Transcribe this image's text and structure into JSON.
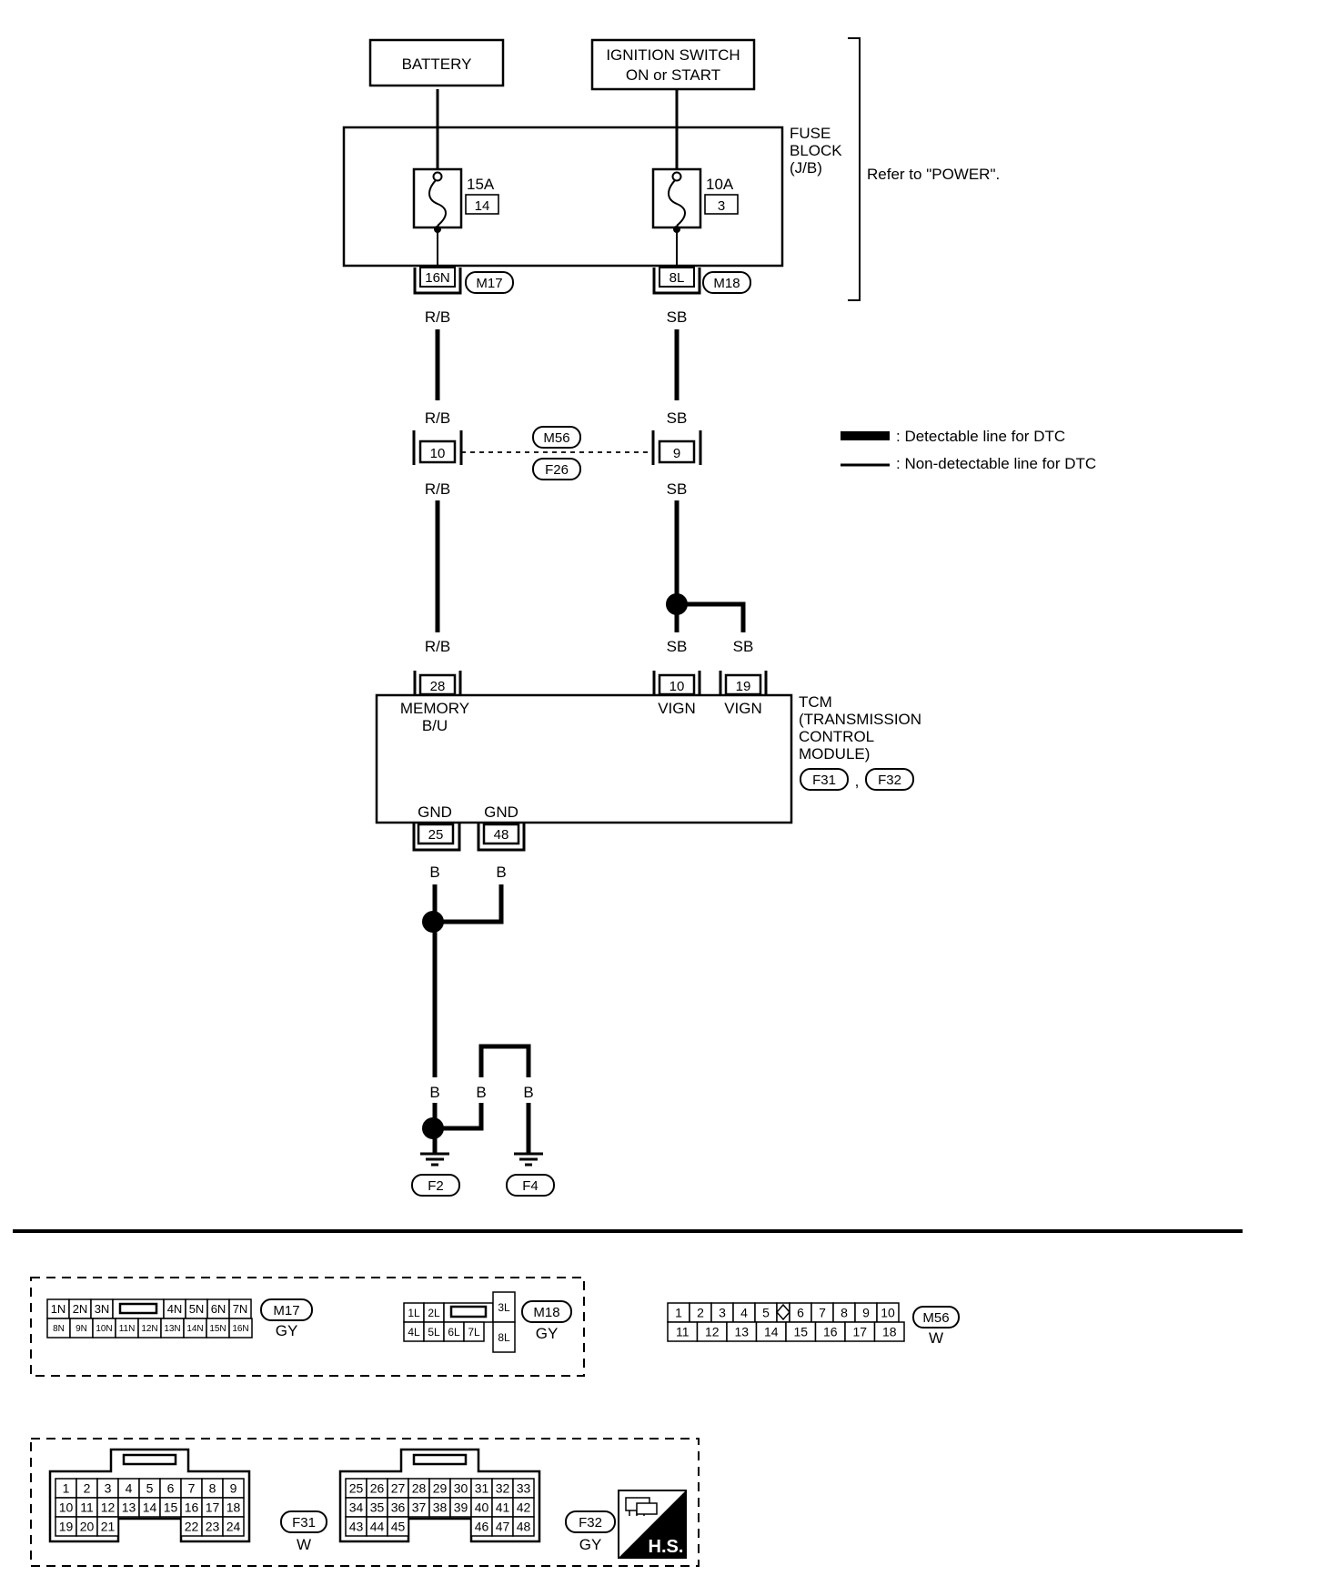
{
  "sources": {
    "battery": "BATTERY",
    "ignition_line1": "IGNITION SWITCH",
    "ignition_line2": "ON or START"
  },
  "fuse_block": {
    "title_line1": "FUSE",
    "title_line2": "BLOCK",
    "title_line3": "(J/B)",
    "refer_note": "Refer to \"POWER\".",
    "fuse_left": {
      "rating": "15A",
      "number": "14",
      "terminal": "16N",
      "connector": "M17"
    },
    "fuse_right": {
      "rating": "10A",
      "number": "3",
      "terminal": "8L",
      "connector": "M18"
    }
  },
  "wire_colors": {
    "red_black": "R/B",
    "sky_blue": "SB",
    "black": "B"
  },
  "joint_connector": {
    "top": "M56",
    "bottom": "F26",
    "left_pin": "10",
    "right_pin": "9"
  },
  "legend": {
    "detectable": ": Detectable line for DTC",
    "non_detectable": ": Non-detectable line for DTC"
  },
  "tcm": {
    "title_line1": "TCM",
    "title_line2": "(TRANSMISSION",
    "title_line3": "CONTROL",
    "title_line4": "MODULE)",
    "connector_a": "F31",
    "separator": ",",
    "connector_b": "F32",
    "pin_memory": "28",
    "label_memory_line1": "MEMORY",
    "label_memory_line2": "B/U",
    "pin_vign_a": "10",
    "pin_vign_b": "19",
    "label_vign": "VIGN",
    "pin_gnd_a": "25",
    "pin_gnd_b": "48",
    "label_gnd": "GND"
  },
  "grounds": {
    "left": "F2",
    "right": "F4"
  },
  "connector_views": {
    "m17": {
      "id": "M17",
      "color": "GY",
      "row1": [
        "1N",
        "2N",
        "3N",
        "",
        "4N",
        "5N",
        "6N",
        "7N"
      ],
      "row2": [
        "8N",
        "9N",
        "10N",
        "11N",
        "12N",
        "13N",
        "14N",
        "15N",
        "16N"
      ]
    },
    "m18": {
      "id": "M18",
      "color": "GY",
      "row1": [
        "1L",
        "2L",
        ""
      ],
      "row2": [
        "4L",
        "5L",
        "6L",
        "7L"
      ],
      "side_top": "3L",
      "side_bottom": "8L"
    },
    "m56": {
      "id": "M56",
      "color": "W",
      "row1": [
        "1",
        "2",
        "3",
        "4",
        "5",
        "",
        "6",
        "7",
        "8",
        "9",
        "10"
      ],
      "row2": [
        "11",
        "12",
        "13",
        "14",
        "15",
        "16",
        "17",
        "18"
      ]
    },
    "f31": {
      "id": "F31",
      "color": "W",
      "row1": [
        "1",
        "2",
        "3",
        "4",
        "5",
        "6",
        "7",
        "8",
        "9"
      ],
      "row2": [
        "10",
        "11",
        "12",
        "13",
        "14",
        "15",
        "16",
        "17",
        "18"
      ],
      "row3_left": [
        "19",
        "20",
        "21"
      ],
      "row3_right": [
        "22",
        "23",
        "24"
      ]
    },
    "f32": {
      "id": "F32",
      "color": "GY",
      "row1": [
        "25",
        "26",
        "27",
        "28",
        "29",
        "30",
        "31",
        "32",
        "33"
      ],
      "row2": [
        "34",
        "35",
        "36",
        "37",
        "38",
        "39",
        "40",
        "41",
        "42"
      ],
      "row3_left": [
        "43",
        "44",
        "45"
      ],
      "row3_right": [
        "46",
        "47",
        "48"
      ]
    },
    "hs_badge": "H.S."
  }
}
